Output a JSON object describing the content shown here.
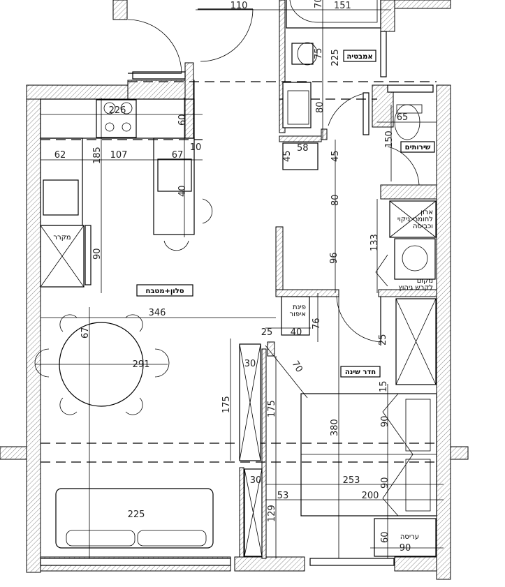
{
  "rooms": {
    "living_kitchen": "סלון+מטבח",
    "bedroom": "חדר שינה",
    "bathroom": "אמבטיה",
    "toilet": "שירותים"
  },
  "fixtures": {
    "fridge": "מקרר",
    "cleaning_cabinet": [
      "ארון",
      "לחומרי ניקוי",
      "וכביסה"
    ],
    "ironing_board": [
      "מקום",
      "לקרש גיהוץ"
    ],
    "makeup_corner": [
      "פינת",
      "איפור"
    ],
    "crib": "עריסה"
  },
  "dimensions": {
    "entry_door": "110",
    "bath_depth": "70",
    "bath_width": "151",
    "toilet_bath": "75",
    "bath_length": "225",
    "bath_sink": "80",
    "sink_width": "58",
    "sink_depth": "45",
    "sink_side": "45",
    "toilet_len": "150",
    "toilet_width": "65",
    "stove": "226",
    "counter_depth": "60",
    "left_counter": "62",
    "kitchen_gap": "107",
    "island_width": "67",
    "kitchen_depth": "185",
    "island_sink": "40",
    "island_offset": "10",
    "fridge_width": "90",
    "corridor": "80",
    "laundry": "133",
    "door_96": "96",
    "living_width": "346",
    "dining_chair": "67",
    "dining_width": "291",
    "makeup_offset": "25",
    "makeup_width": "40",
    "makeup_depth": "76",
    "bedroom_door": "70",
    "wardrobe_depth": "30",
    "wardrobe_len": "175",
    "wardrobe_len2": "175",
    "bedroom_len": "380",
    "gap_15": "15",
    "bed_half_1": "90",
    "bed_half_2": "90",
    "bedroom_width": "253",
    "bed_length": "200",
    "bed_side": "53",
    "closet_depth": "30",
    "closet_len": "129",
    "crib_depth": "60",
    "crib_width": "90",
    "door_25": "25",
    "sofa": "225"
  }
}
